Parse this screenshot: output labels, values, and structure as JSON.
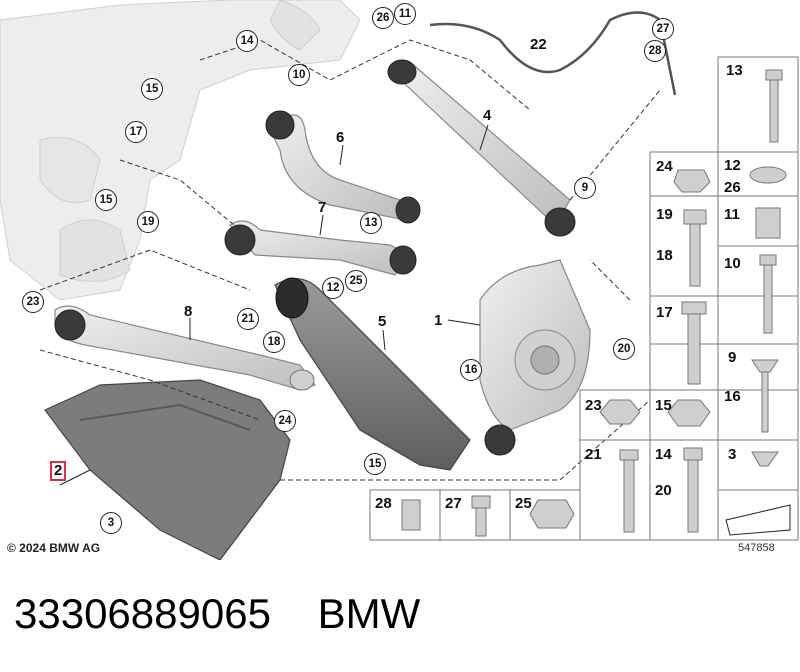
{
  "callouts_plain": [
    {
      "id": "22",
      "label": "22"
    },
    {
      "id": "4",
      "label": "4"
    },
    {
      "id": "6",
      "label": "6"
    },
    {
      "id": "7",
      "label": "7"
    },
    {
      "id": "8",
      "label": "8"
    },
    {
      "id": "5",
      "label": "5"
    },
    {
      "id": "1",
      "label": "1"
    }
  ],
  "callouts_circled": [
    {
      "id": "26a",
      "label": "26"
    },
    {
      "id": "11a",
      "label": "11"
    },
    {
      "id": "14a",
      "label": "14"
    },
    {
      "id": "15a",
      "label": "15"
    },
    {
      "id": "10a",
      "label": "10"
    },
    {
      "id": "17a",
      "label": "17"
    },
    {
      "id": "15b",
      "label": "15"
    },
    {
      "id": "19a",
      "label": "19"
    },
    {
      "id": "23a",
      "label": "23"
    },
    {
      "id": "13a",
      "label": "13"
    },
    {
      "id": "9a",
      "label": "9"
    },
    {
      "id": "27a",
      "label": "27"
    },
    {
      "id": "28a",
      "label": "28"
    },
    {
      "id": "21a",
      "label": "21"
    },
    {
      "id": "12a",
      "label": "12"
    },
    {
      "id": "25a",
      "label": "25"
    },
    {
      "id": "18a",
      "label": "18"
    },
    {
      "id": "24a",
      "label": "24"
    },
    {
      "id": "16a",
      "label": "16"
    },
    {
      "id": "20a",
      "label": "20"
    },
    {
      "id": "15c",
      "label": "15"
    },
    {
      "id": "3a",
      "label": "3"
    }
  ],
  "highlighted_callout": {
    "label": "2",
    "border_color": "#e03040"
  },
  "parts_table": [
    {
      "id": "t13",
      "label": "13"
    },
    {
      "id": "t24",
      "label": "24"
    },
    {
      "id": "t12",
      "label": "12"
    },
    {
      "id": "t26",
      "label": "26"
    },
    {
      "id": "t19",
      "label": "19"
    },
    {
      "id": "t18",
      "label": "18"
    },
    {
      "id": "t11",
      "label": "11"
    },
    {
      "id": "t10",
      "label": "10"
    },
    {
      "id": "t17",
      "label": "17"
    },
    {
      "id": "t9",
      "label": "9"
    },
    {
      "id": "t16",
      "label": "16"
    },
    {
      "id": "t23",
      "label": "23"
    },
    {
      "id": "t15",
      "label": "15"
    },
    {
      "id": "t3",
      "label": "3"
    },
    {
      "id": "t21",
      "label": "21"
    },
    {
      "id": "t14",
      "label": "14"
    },
    {
      "id": "t20",
      "label": "20"
    },
    {
      "id": "t28",
      "label": "28"
    },
    {
      "id": "t27",
      "label": "27"
    },
    {
      "id": "t25",
      "label": "25"
    }
  ],
  "copyright": "© 2024 BMW AG",
  "diagram_id": "547858",
  "footer": {
    "part_number": "33306889065",
    "brand": "BMW"
  },
  "colors": {
    "highlight": "#e03040",
    "part_fill": "#d6d6d6",
    "part_stroke": "#8a8a8a",
    "line": "#222222"
  }
}
